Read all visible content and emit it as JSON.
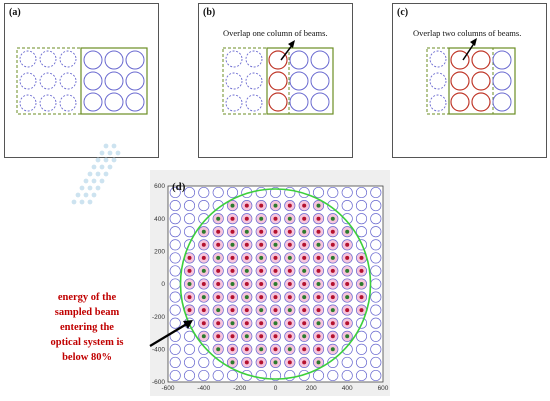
{
  "panels": {
    "a": {
      "label": "(a)"
    },
    "b": {
      "label": "(b)",
      "note": "Overlap one column of beams."
    },
    "c": {
      "label": "(c)",
      "note": "Overlap two columns of beams."
    },
    "d": {
      "label": "(d)"
    }
  },
  "callout": {
    "lines": [
      "energy of the",
      "sampled beam",
      "entering the",
      "optical system is",
      "below 80%"
    ]
  },
  "plot": {
    "x_ticks": [
      "-600",
      "-400",
      "-200",
      "0",
      "200",
      "400",
      "600"
    ],
    "y_ticks": [
      "600",
      "400",
      "200",
      "0",
      "-200",
      "-400",
      "-600"
    ]
  },
  "colors": {
    "frame_green": "#6b8e23",
    "beam_blue": "#6a6ad0",
    "beam_red": "#c0392b",
    "circle_green": "#3ccf3c",
    "callout_red": "#c00000",
    "pink_fill": "#f7c6dd"
  }
}
